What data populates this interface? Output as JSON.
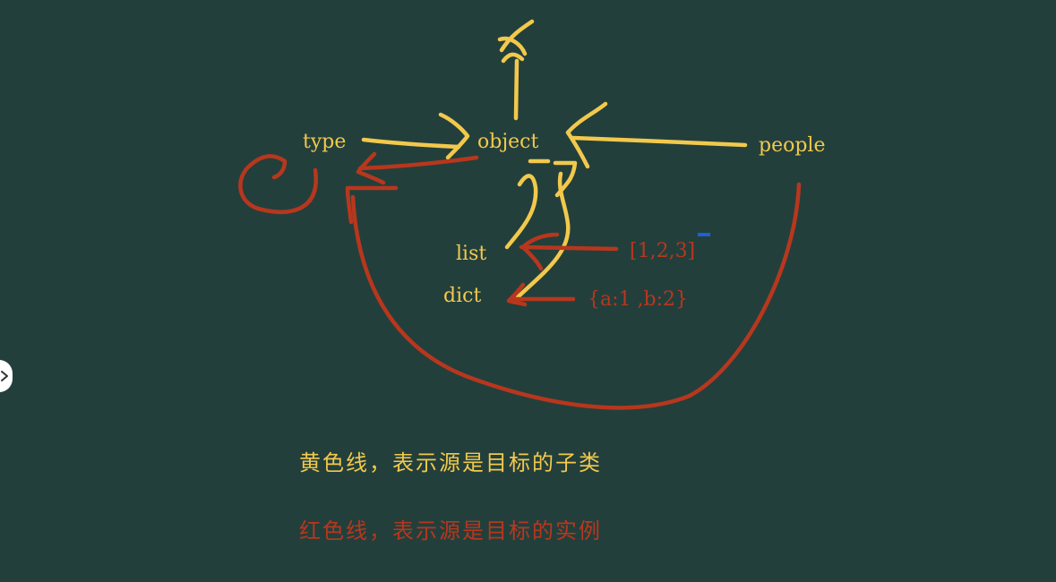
{
  "nodes": {
    "type": "type",
    "object": "object",
    "people": "people",
    "list": "list",
    "dict": "dict",
    "list_instance": "[1,2,3]",
    "dict_instance": "{a:1 ,b:2}"
  },
  "legend": {
    "yellow_line": "黄色线，表示源是目标的子类",
    "red_line": "红色线，表示源是目标的实例"
  },
  "colors": {
    "background": "#233f3c",
    "subclass_line": "#f2c94c",
    "instance_line": "#b7371d"
  },
  "icons": {
    "nav_handle": "chevron-right-icon"
  }
}
